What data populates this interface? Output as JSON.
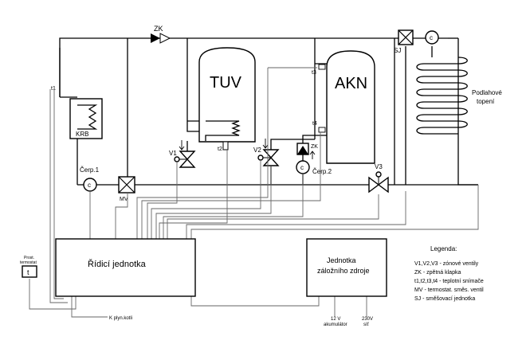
{
  "labels": {
    "zk_top": "ZK",
    "sj": "SJ",
    "tuv": "TUV",
    "akn": "AKN",
    "t1": "t1",
    "t2": "t2",
    "t3": "t3",
    "t4": "t4",
    "krb": "KRB",
    "v1": "V1",
    "v2": "V2",
    "v3": "V3",
    "zk_small": "ZK",
    "cerp1": "Čerp.1",
    "cerp2": "Čerp.2",
    "mv": "MV",
    "pump_symbol": "c",
    "podlahove_1": "Podlahové",
    "podlahove_2": "topení",
    "control_unit": "Řídicí jednotka",
    "backup_1": "Jednotka",
    "backup_2": "záložního zdroje",
    "room_1": "Prost.",
    "room_2": "termostat",
    "room_t": "t",
    "gas": "K plyn.kotli",
    "v12_1": "12 V",
    "v12_2": "akumulátor",
    "v230_1": "230V",
    "v230_2": "síť"
  },
  "legend": {
    "title": "Legenda:",
    "items": [
      "V1,V2,V3 - zónové ventily",
      "ZK - zpětná klapka",
      "t1,t2,t3,t4 - teplotní snímače",
      "MV - termostat. směs. ventil",
      "SJ - směšovací jednotka"
    ]
  },
  "colors": {
    "line": "#000000",
    "wire": "#666666",
    "background": "#ffffff"
  }
}
